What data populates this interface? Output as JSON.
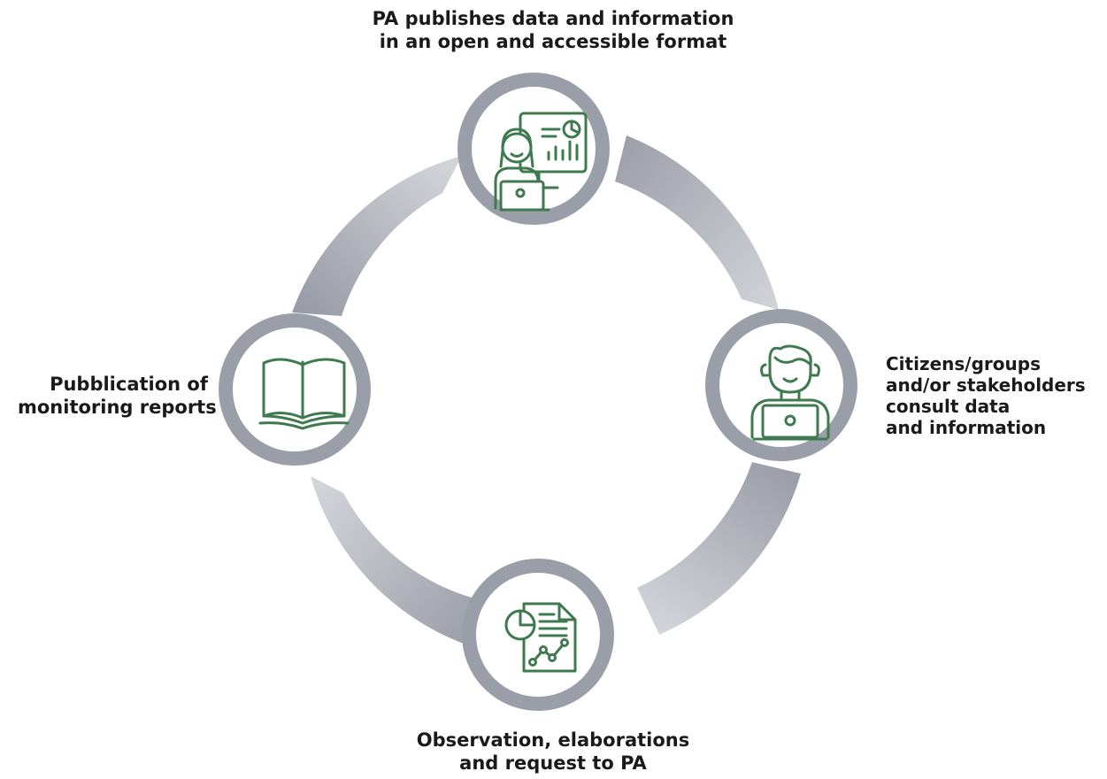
{
  "colors": {
    "ring": "#9a9ea8",
    "arrow_dark": "#999ca6",
    "arrow_light": "#d2d4da",
    "icon": "#3f7a4e",
    "text": "#1a1a1a"
  },
  "steps": [
    {
      "id": "publish",
      "icon": "person-monitor-chart-icon",
      "lines": [
        "PA publishes data and information",
        "in an open and accessible format"
      ]
    },
    {
      "id": "consult",
      "icon": "person-laptop-icon",
      "lines": [
        "Citizens/groups",
        "and/or stakeholders",
        "consult data",
        "and information"
      ]
    },
    {
      "id": "observe",
      "icon": "report-document-icon",
      "lines": [
        "Observation, elaborations",
        "and request to PA"
      ]
    },
    {
      "id": "monitor",
      "icon": "open-book-icon",
      "lines": [
        "Pubblication of",
        "monitoring reports"
      ]
    }
  ]
}
